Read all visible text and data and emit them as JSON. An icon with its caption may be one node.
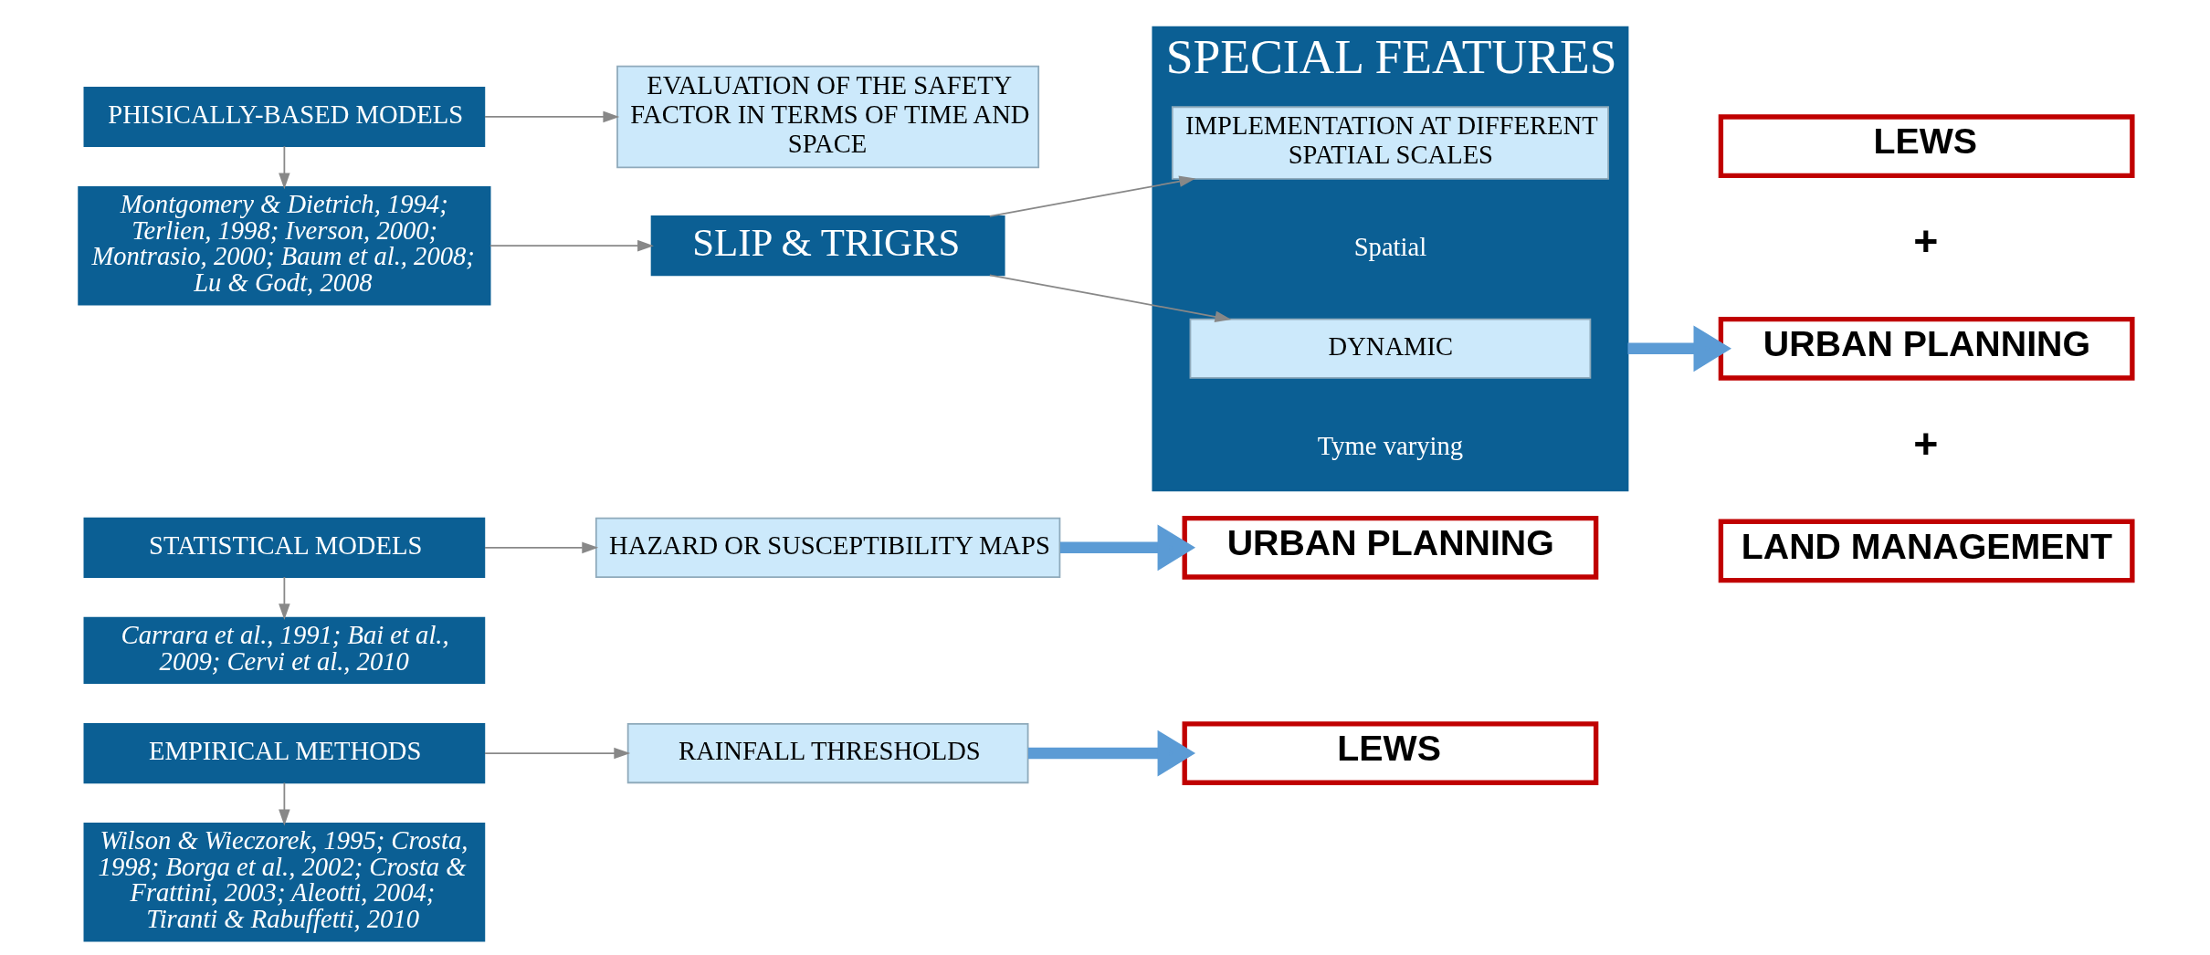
{
  "diagram": {
    "nodes": [
      {
        "text": [
          "EMPIRICAL METHODS"
        ]
      },
      {
        "text": [
          "Wilson & Wieczorek, 1995; Crosta, 1998; Borga et al., 2002; Crosta & Frattini, 2003; Aleotti, 2004; Tiranti & Rabuffetti, 2010"
        ]
      },
      {
        "text": [
          "RAINFALL THRESHOLDS"
        ]
      },
      {
        "text": [
          "LEWS"
        ]
      },
      {
        "text": [
          "STATISTICAL MODELS"
        ]
      },
      {
        "text": [
          "Carrara et al., 1991; Bai et al., 2009; Cervi et al., 2010"
        ]
      },
      {
        "text": [
          "HAZARD OR SUSCEPTIBILITY MAPS"
        ]
      },
      {
        "text": [
          "URBAN PLANNING"
        ]
      },
      {
        "text": [
          "PHISICALLY-BASED MODELS"
        ]
      },
      {
        "text": [
          "Montgomery & Dietrich, 1994; Terlien, 1998; Iverson, 2000; Montrasio, 2000; Baum et al., 2008; Lu & Godt, 2008"
        ]
      },
      {
        "text": [
          "EVALUATION OF THE SAFETY FACTOR IN TERMS OF TIME AND SPACE"
        ]
      },
      {
        "text": [
          "SLIP & TRIGRS"
        ]
      },
      {
        "text": [
          "SPECIAL FEATURES"
        ]
      },
      {
        "text": [
          "DYNAMIC"
        ],
        "in": 12,
        "beside": [
          "Tyme varying"
        ]
      },
      {
        "text": [
          "IMPLEMENTATION AT DIFFERENT SPATIAL SCALES"
        ],
        "in": 12,
        "beside": [
          "Spatial"
        ]
      },
      {
        "text": [
          "LEWS"
        ]
      },
      {
        "text": [
          "URBAN PLANNING"
        ]
      },
      {
        "text": [
          "LAND MANAGEMENT"
        ]
      }
    ],
    "edges": [
      {
        "from": 0,
        "to": 2,
        "arrow": "to"
      },
      {
        "from": 0,
        "to": 1,
        "arrow": "to"
      },
      {
        "from": 2,
        "to": 3,
        "arrow": "to",
        "style": "thick",
        "color": "#5b9bd5"
      },
      {
        "from": 4,
        "to": 6,
        "arrow": "to"
      },
      {
        "from": 4,
        "to": 5,
        "arrow": "to"
      },
      {
        "from": 6,
        "to": 7,
        "arrow": "to",
        "style": "thick",
        "color": "#5b9bd5"
      },
      {
        "from": 8,
        "to": 10,
        "arrow": "to"
      },
      {
        "from": 8,
        "to": 9,
        "arrow": "to"
      },
      {
        "from": 9,
        "to": 11,
        "arrow": "to"
      },
      {
        "from": 11,
        "to": 13,
        "arrow": "to"
      },
      {
        "from": 11,
        "to": 14,
        "arrow": "to"
      },
      {
        "from": 12,
        "to": 16,
        "arrow": "to",
        "style": "thick",
        "color": "#5b9bd5"
      }
    ],
    "labels": [
      "+",
      "+"
    ]
  }
}
